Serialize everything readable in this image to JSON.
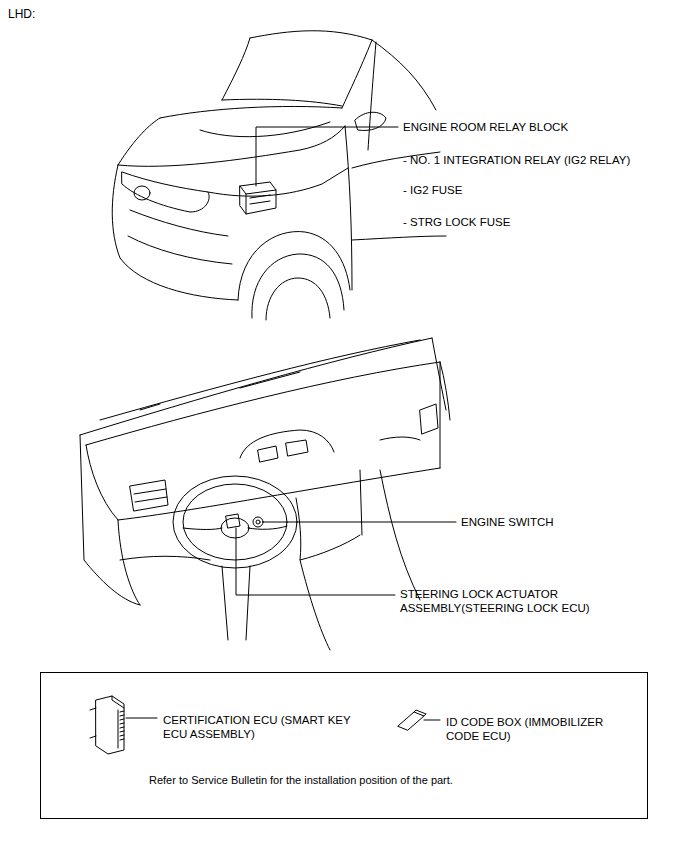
{
  "diagram": {
    "title": "LHD:",
    "nodes": [
      {
        "text": [
          "CERTIFICATION ECU (SMART KEY ECU ASSEMBLY)",
          "ID CODE BOX (IMMOBILIZER CODE ECU)",
          "Refer to Service Bulletin for the installation position of the part."
        ]
      }
    ],
    "labels": [
      "ENGINE ROOM RELAY BLOCK",
      "- NO. 1 INTEGRATION RELAY (IG2 RELAY)",
      "- IG2 FUSE",
      "- STRG LOCK FUSE",
      "ENGINE SWITCH",
      "STEERING LOCK ACTUATOR ASSEMBLY(STEERING LOCK ECU)"
    ]
  }
}
